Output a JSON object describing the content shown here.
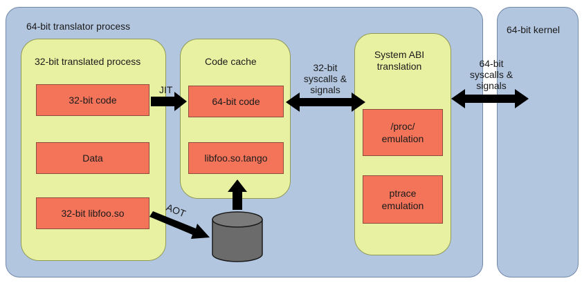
{
  "translator_process": {
    "title": "64-bit translator process"
  },
  "kernel": {
    "title": "64-bit kernel"
  },
  "translated_process": {
    "title": "32-bit translated process",
    "boxes": [
      "32-bit code",
      "Data",
      "32-bit libfoo.so"
    ]
  },
  "code_cache": {
    "title": "Code cache",
    "boxes": [
      "64-bit code",
      "libfoo.so.tango"
    ]
  },
  "abi_translation": {
    "title": "System ABI\ntranslation",
    "boxes": [
      "/proc/\nemulation",
      "ptrace\nemulation"
    ]
  },
  "edges": {
    "jit": "JIT",
    "aot": "AOT",
    "syscalls_32": "32-bit\nsyscalls &\nsignals",
    "syscalls_64": "64-bit\nsyscalls &\nsignals"
  },
  "colors": {
    "panel": "#b3c6e0",
    "group": "#e8f1a2",
    "box": "#f4745a",
    "arrow": "#000000",
    "cylinder": "#6b6b6b"
  }
}
